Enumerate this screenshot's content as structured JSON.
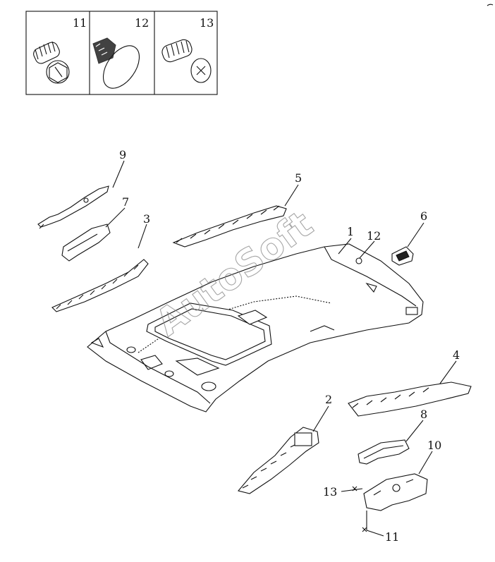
{
  "inset_labels": [
    "11",
    "12",
    "13"
  ],
  "callouts": {
    "c1": "1",
    "c2": "2",
    "c3": "3",
    "c4": "4",
    "c5": "5",
    "c6": "6",
    "c7": "7",
    "c8": "8",
    "c9": "9",
    "c10": "10",
    "c11": "11",
    "c12": "12",
    "c13": "13"
  },
  "watermark": "AutoSoft"
}
